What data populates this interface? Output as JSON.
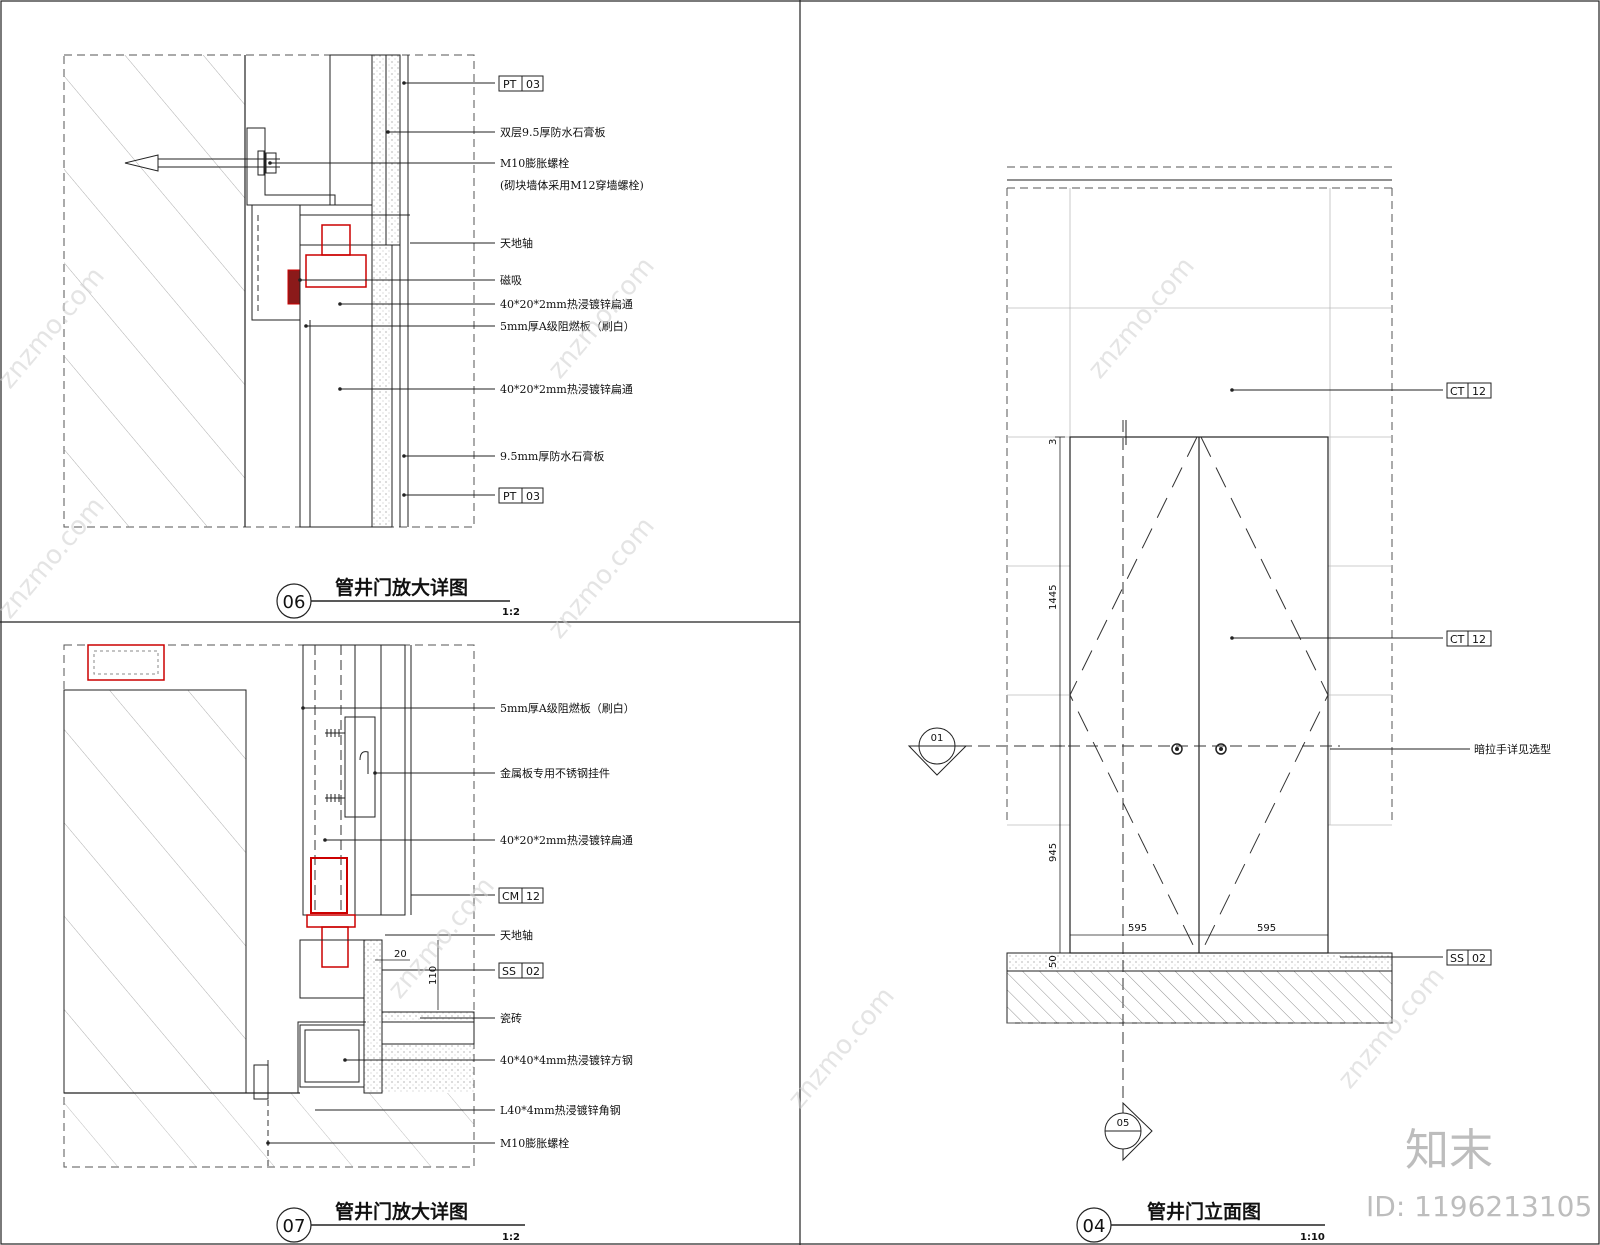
{
  "panel06": {
    "number": "06",
    "title": "管井门放大详图",
    "scale": "1:2",
    "labels": {
      "pt03_top": "PT",
      "pt03_top_code": "03",
      "gypsum_double": "双层9.5厚防水石膏板",
      "bolt": "M10膨胀螺栓",
      "bolt_note": "(砌块墙体采用M12穿墙螺栓)",
      "pivot": "天地轴",
      "magnet": "磁吸",
      "flat_tube_1": "40*20*2mm热浸镀锌扁通",
      "fire_board": "5mm厚A级阻燃板（刷白）",
      "flat_tube_2": "40*20*2mm热浸镀锌扁通",
      "gypsum_single": "9.5mm厚防水石膏板",
      "pt03_bottom": "PT",
      "pt03_bottom_code": "03"
    }
  },
  "panel07": {
    "number": "07",
    "title": "管井门放大详图",
    "scale": "1:2",
    "labels": {
      "fire_board": "5mm厚A级阻燃板（刷白）",
      "hanger": "金属板专用不锈钢挂件",
      "flat_tube": "40*20*2mm热浸镀锌扁通",
      "cm12": "CM",
      "cm12_code": "12",
      "pivot": "天地轴",
      "ss02": "SS",
      "ss02_code": "02",
      "tile": "瓷砖",
      "square_steel": "40*40*4mm热浸镀锌方钢",
      "angle_steel": "L40*4mm热浸镀锌角钢",
      "bolt": "M10膨胀螺栓",
      "dim_20": "20",
      "dim_110": "110"
    }
  },
  "panel04": {
    "number": "04",
    "title": "管井门立面图",
    "scale": "1:10",
    "labels": {
      "ct12_top": "CT",
      "ct12_top_code": "12",
      "ct12_mid": "CT",
      "ct12_mid_code": "12",
      "handle": "暗拉手详见选型",
      "ss02": "SS",
      "ss02_code": "02",
      "section_01": "01",
      "section_05": "05",
      "dim_1445": "1445",
      "dim_945": "945",
      "dim_595_left": "595",
      "dim_595_right": "595",
      "dim_3": "3",
      "dim_50": "50"
    }
  },
  "watermark": {
    "site": "znzmo.com",
    "brand": "知末",
    "id": "ID: 1196213105"
  }
}
